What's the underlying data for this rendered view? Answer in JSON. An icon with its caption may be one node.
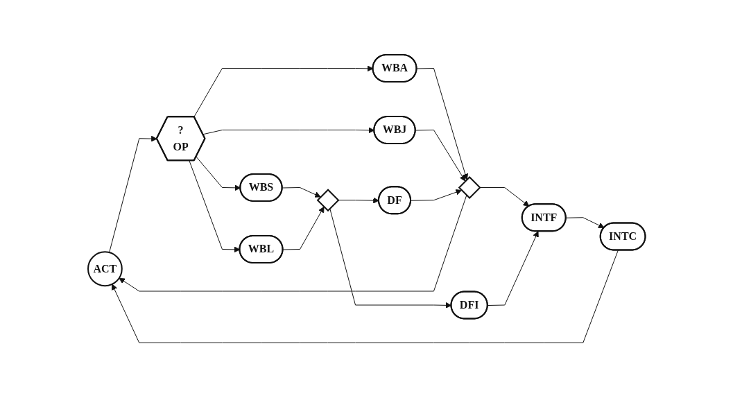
{
  "diagram": {
    "nodes": [
      {
        "text": [
          "ACT"
        ]
      },
      {
        "text": [
          "?",
          "OP"
        ]
      },
      {
        "text": [
          "WBS"
        ]
      },
      {
        "text": [
          "WBL"
        ]
      },
      {
        "text": [
          "WBA"
        ]
      },
      {
        "text": [
          "WBJ"
        ]
      },
      {
        "text": [],
        "shape": "diamond"
      },
      {
        "text": [
          "DFI"
        ]
      },
      {
        "text": [
          "DF"
        ]
      },
      {
        "text": [],
        "shape": "diamond"
      },
      {
        "text": [
          "INTF"
        ]
      },
      {
        "text": [
          "INTC"
        ]
      }
    ],
    "edges": [
      {
        "from": 0,
        "to": 1,
        "arrow": "to"
      },
      {
        "from": 1,
        "to": 2,
        "arrow": "to"
      },
      {
        "from": 1,
        "to": 3,
        "arrow": "to"
      },
      {
        "from": 1,
        "to": 4,
        "arrow": "to"
      },
      {
        "from": 1,
        "to": 5,
        "arrow": "to"
      },
      {
        "from": 2,
        "to": 6,
        "arrow": "to"
      },
      {
        "from": 3,
        "to": 6,
        "arrow": "to"
      },
      {
        "from": 6,
        "to": 7,
        "arrow": "to"
      },
      {
        "from": 6,
        "to": 8,
        "arrow": "to"
      },
      {
        "from": 4,
        "to": 9,
        "arrow": "to"
      },
      {
        "from": 5,
        "to": 9,
        "arrow": "to"
      },
      {
        "from": 8,
        "to": 9,
        "arrow": "to"
      },
      {
        "from": 9,
        "to": 10,
        "arrow": "to"
      },
      {
        "from": 7,
        "to": 10,
        "arrow": "to"
      },
      {
        "from": 10,
        "to": 11,
        "arrow": "to"
      },
      {
        "from": 11,
        "to": 0,
        "arrow": "to"
      },
      {
        "from": 9,
        "to": 0,
        "arrow": "to"
      }
    ]
  }
}
